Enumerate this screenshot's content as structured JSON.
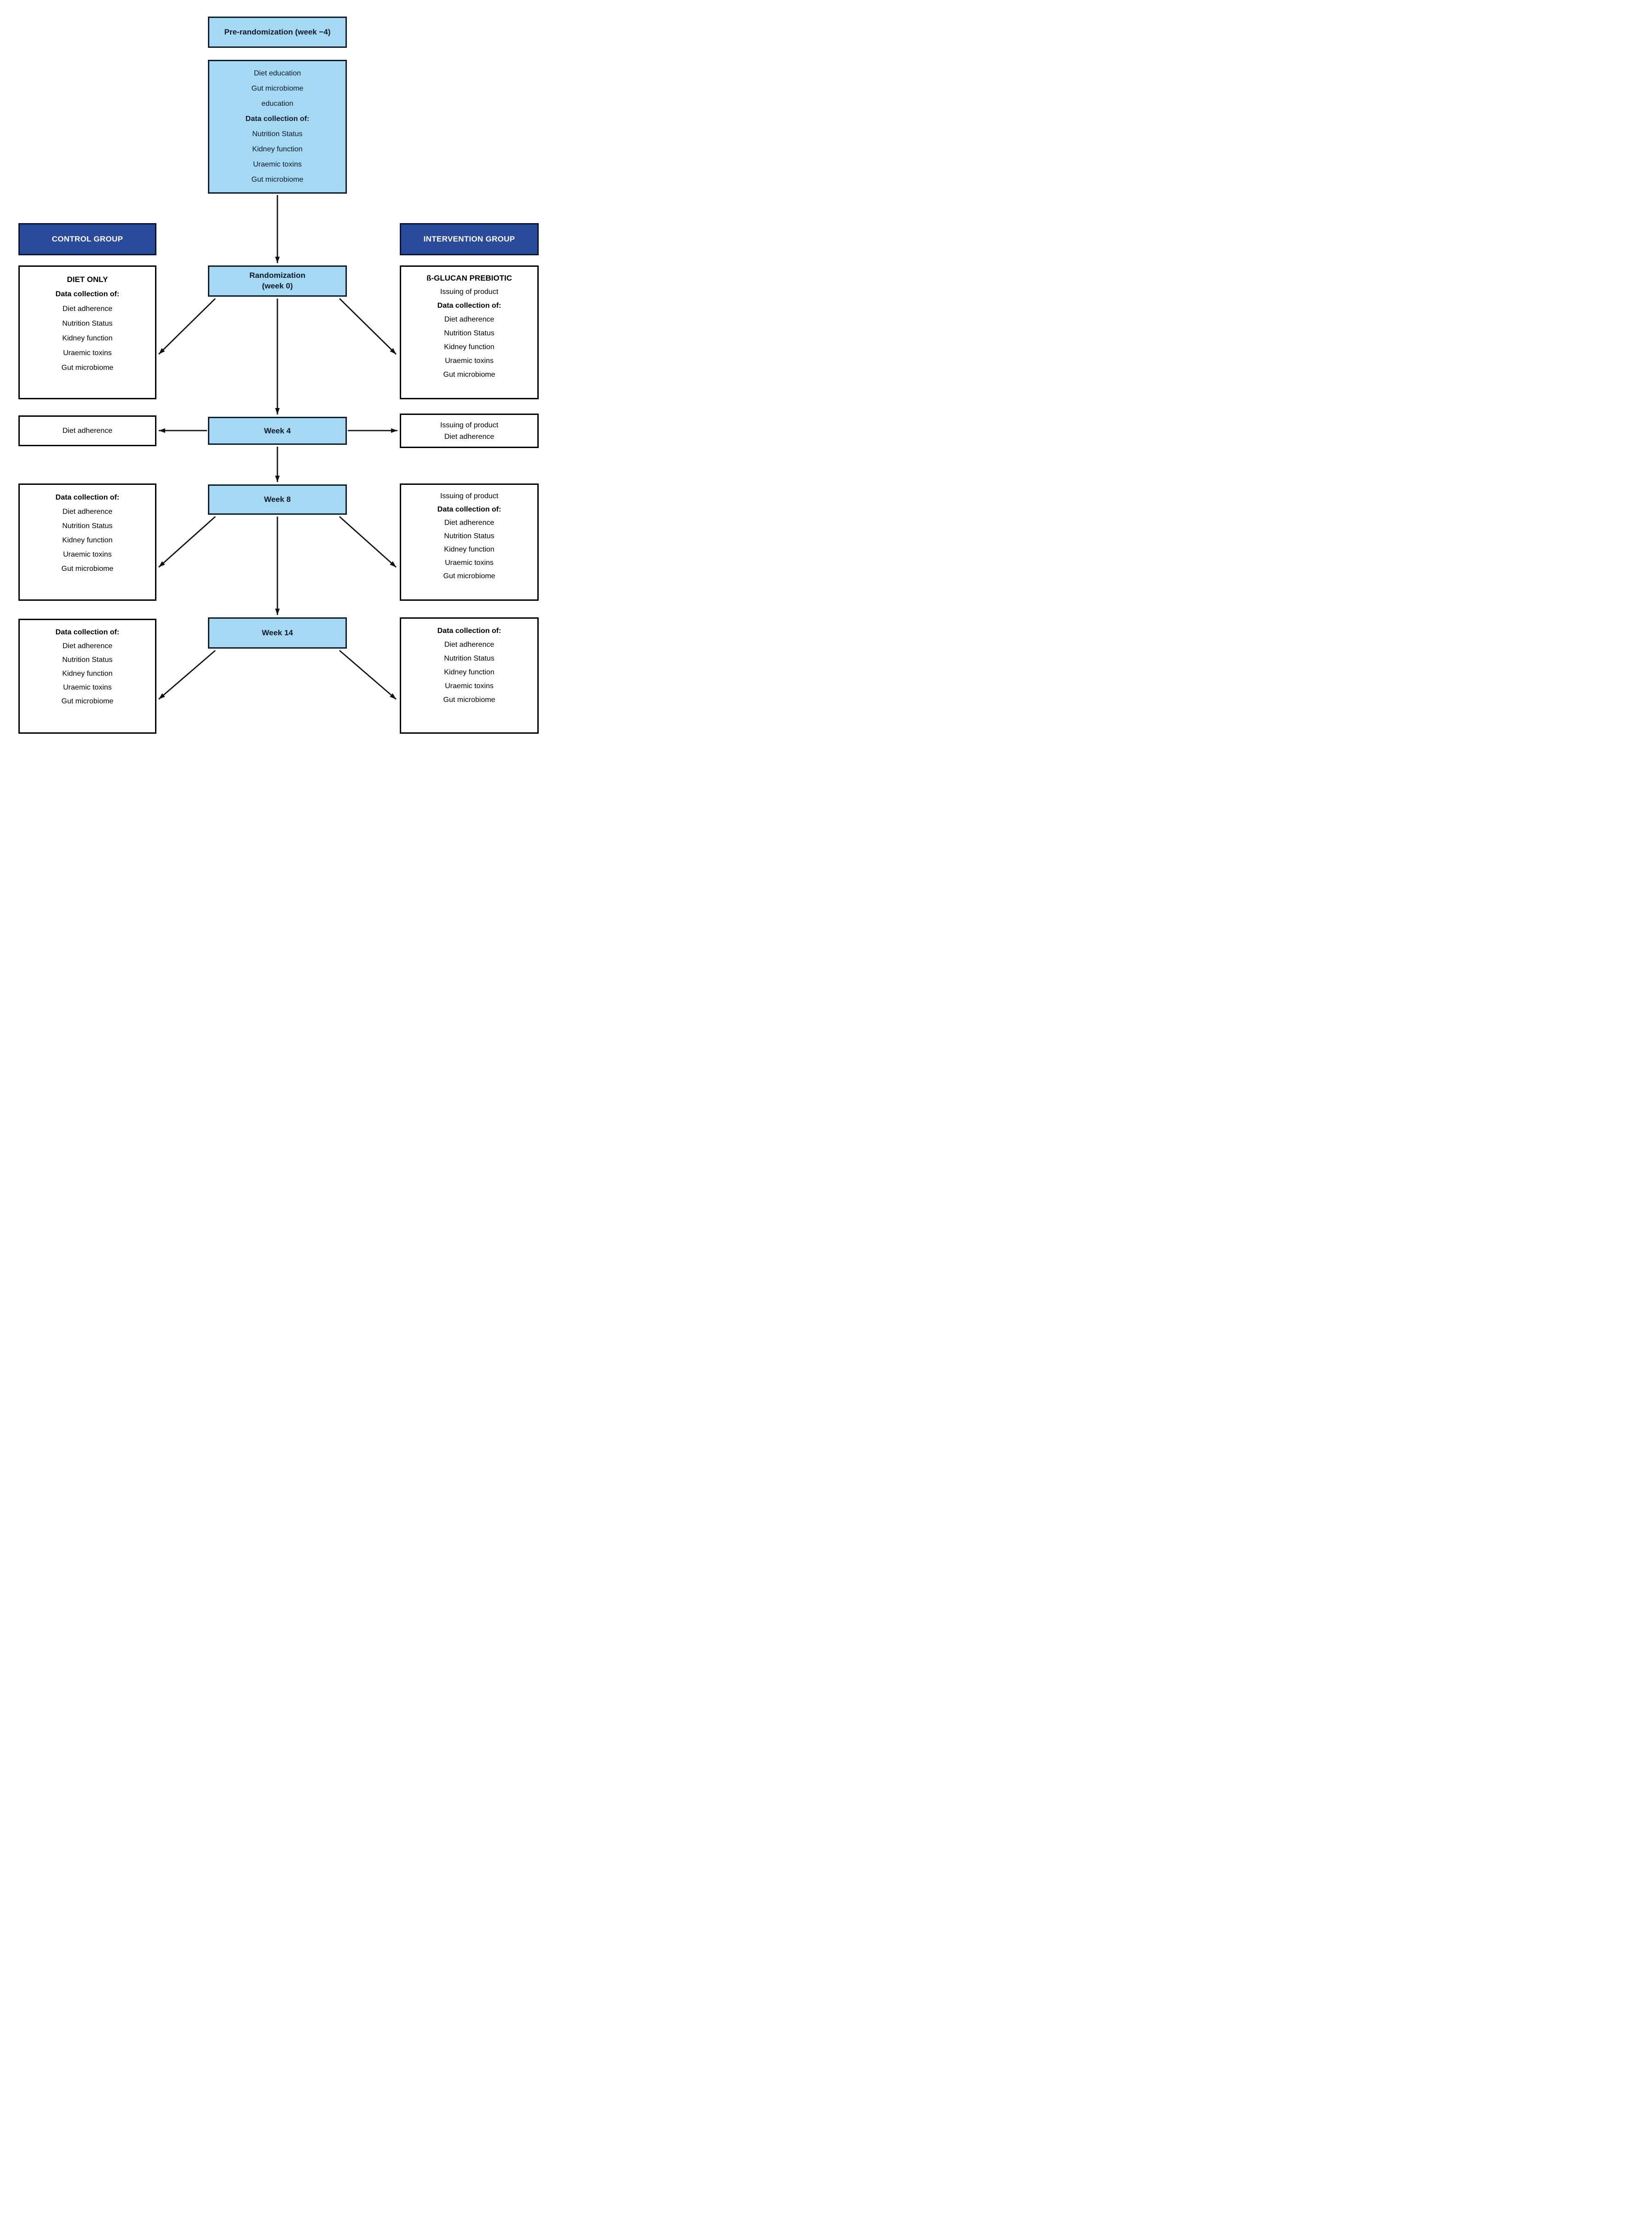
{
  "colors": {
    "light_blue": "#a5d9f3",
    "dark_blue": "#2a4a9c",
    "arrow": "#111111"
  },
  "pre": {
    "title": "Pre-randomization (week −4)",
    "lines": [
      "Diet education",
      "Gut microbiome",
      "education"
    ],
    "dc_label": "Data collection of:",
    "items": [
      "Nutrition Status",
      "Kidney function",
      "Uraemic toxins",
      "Gut microbiome"
    ]
  },
  "groups": {
    "control": "CONTROL GROUP",
    "intervention": "INTERVENTION GROUP"
  },
  "randomization": {
    "line1": "Randomization",
    "line2": "(week 0)"
  },
  "week0": {
    "control": {
      "title": "DIET ONLY",
      "dc_label": "Data collection of:",
      "items": [
        "Diet adherence",
        "Nutrition Status",
        "Kidney function",
        "Uraemic toxins",
        "Gut microbiome"
      ]
    },
    "intervention": {
      "title": "ß-GLUCAN PREBIOTIC",
      "issuing": "Issuing of product",
      "dc_label": "Data collection of:",
      "items": [
        "Diet adherence",
        "Nutrition Status",
        "Kidney function",
        "Uraemic toxins",
        "Gut microbiome"
      ]
    }
  },
  "week4": {
    "label": "Week 4",
    "control_line": "Diet adherence",
    "intervention_lines": [
      "Issuing of product",
      "Diet adherence"
    ]
  },
  "week8": {
    "label": "Week 8",
    "control": {
      "dc_label": "Data collection of:",
      "items": [
        "Diet adherence",
        "Nutrition Status",
        "Kidney function",
        "Uraemic toxins",
        "Gut microbiome"
      ]
    },
    "intervention": {
      "issuing": "Issuing of product",
      "dc_label": "Data collection of:",
      "items": [
        "Diet adherence",
        "Nutrition Status",
        "Kidney function",
        "Uraemic toxins",
        "Gut microbiome"
      ]
    }
  },
  "week14": {
    "label": "Week 14",
    "control": {
      "dc_label": "Data collection of:",
      "items": [
        "Diet adherence",
        "Nutrition Status",
        "Kidney function",
        "Uraemic toxins",
        "Gut microbiome"
      ]
    },
    "intervention": {
      "dc_label": "Data collection of:",
      "items": [
        "Diet adherence",
        "Nutrition Status",
        "Kidney function",
        "Uraemic toxins",
        "Gut microbiome"
      ]
    }
  }
}
